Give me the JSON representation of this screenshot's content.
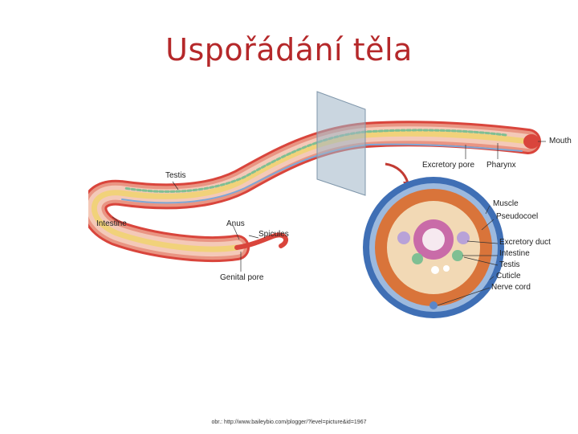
{
  "slide": {
    "title": "Uspořádání těla",
    "caption": "obr.: http://www.baileybio.com/plogger/?level=picture&id=1967"
  },
  "diagram": {
    "labels": {
      "mouth": "Mouth",
      "excretory_pore": "Excretory pore",
      "pharynx": "Pharynx",
      "testis_body": "Testis",
      "intestine_body": "Intestine",
      "anus": "Anus",
      "spicules": "Spicules",
      "genital_pore": "Genital pore",
      "muscle": "Muscle",
      "pseudocoel": "Pseudocoel",
      "excretory_duct": "Excretory duct",
      "intestine_cs": "Intestine",
      "testis_cs": "Testis",
      "cuticle": "Cuticle",
      "nerve_cord": "Nerve cord"
    },
    "colors": {
      "body_outer": "#d9453c",
      "body_wall": "#e99583",
      "body_inner": "#f4c9b8",
      "intestine": "#f1d27a",
      "testis": "#7fbf93",
      "nerve": "#7ea7d6",
      "cuticle_ring": "#3f6fb5",
      "muscle_ring": "#d9743a",
      "pseudocoel": "#f2d9b5",
      "intestine_ring": "#c96ba8",
      "plane": "#9fb4c6"
    }
  }
}
